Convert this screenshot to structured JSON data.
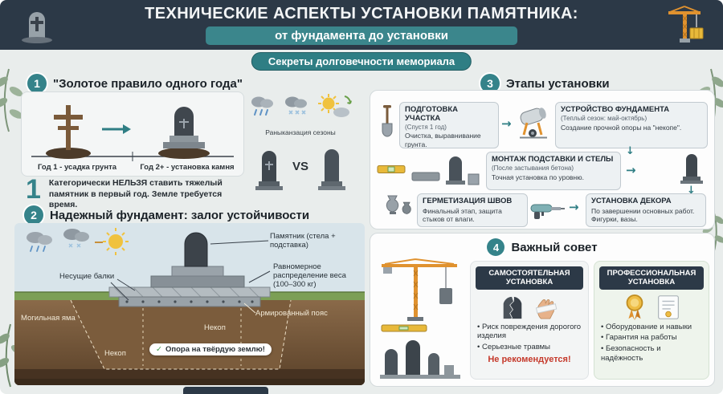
{
  "header": {
    "title": "ТЕХНИЧЕСКИЕ АСПЕКТЫ УСТАНОВКИ ПАМЯТНИКА:",
    "subtitle": "от фундамента до установки",
    "badge": "Секреты долговечности мемориала"
  },
  "colors": {
    "navy": "#2c3947",
    "teal": "#35838a",
    "accent_orange": "#e0922f",
    "alert_red": "#c5392b",
    "ok_green": "#3f9a48"
  },
  "section1": {
    "number": "1",
    "title": "\"Золотое правило одного года\"",
    "year1": "Год 1 - усадка грунта",
    "year2": "Год 2+ - установка камня",
    "seasons_caption": "Раныканзация сезоны",
    "vs": "VS",
    "note_number": "1",
    "note": "Категорически НЕЛЬЗЯ ставить тяжелый памятник в первый год. Земле требуется время."
  },
  "section2": {
    "number": "2",
    "title": "Надежный фундамент: залог устойчивости",
    "label_monument": "Памятник (стела + подставка)",
    "label_weight": "Равномерное распределение веса (100–300 кг)",
    "label_beams": "Несущие балки",
    "label_pit": "Могильная яма",
    "label_nekop_mid": "Некоп",
    "label_belt": "Армированный пояс",
    "label_nekop_bottom": "Некоп",
    "label_check": "Опора на твёрдую землю!"
  },
  "section3": {
    "number": "3",
    "title": "Этапы установки",
    "steps": [
      {
        "title": "ПОДГОТОВКА УЧАСТКА",
        "sub": "(Спустя 1 год)",
        "text": "Очистка, выравнивание грунта."
      },
      {
        "title": "УСТРОЙСТВО ФУНДАМЕНТА",
        "sub": "(Теплый сезон: май-октябрь)",
        "text": "Создание прочной опоры на \"некопе\"."
      },
      {
        "title": "МОНТАЖ ПОДСТАВКИ И СТЕЛЫ",
        "sub": "(После застывания бетона)",
        "text": "Точная установка по уровню."
      },
      {
        "title": "ГЕРМЕТИЗАЦИЯ ШВОВ",
        "sub": "",
        "text": "Финальный этап, защита стыков от влаги."
      },
      {
        "title": "УСТАНОВКА ДЕКОРА",
        "sub": "",
        "text": "По завершении основных работ. Фигурки, вазы."
      }
    ]
  },
  "section4": {
    "number": "4",
    "title": "Важный совет",
    "diy": {
      "title": "САМОСТОЯТЕЛЬНАЯ УСТАНОВКА",
      "bullets": [
        "Риск повреждения дорогого изделия",
        "Серьезные травмы"
      ],
      "verdict": "Не рекомендуется!"
    },
    "pro": {
      "title": "ПРОФЕССИОНАЛЬНАЯ УСТАНОВКА",
      "bullets": [
        "Оборудование и навыки",
        "Гарантия на работы",
        "Безопасность и надёжность"
      ]
    }
  }
}
